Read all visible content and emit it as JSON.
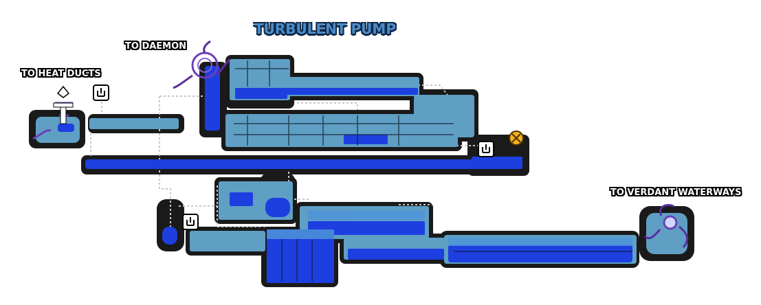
{
  "map": {
    "title": "TURBULENT PUMP",
    "exits": {
      "heat_ducts": "TO HEAT DUCTS",
      "daemon": "TO DAEMON",
      "verdant_waterways": "TO VERDANT WATERWAYS"
    },
    "markers": [
      "save-point",
      "save-point",
      "save-point",
      "objective-marker"
    ],
    "colors": {
      "water": "#1d3fe0",
      "room": "#5f9fc4",
      "outline": "#1a1a1a",
      "corridor": "#bfbfbf",
      "portal": "#6b3fb8",
      "objective": "#f0b020",
      "title": "#4d8cc8"
    }
  }
}
